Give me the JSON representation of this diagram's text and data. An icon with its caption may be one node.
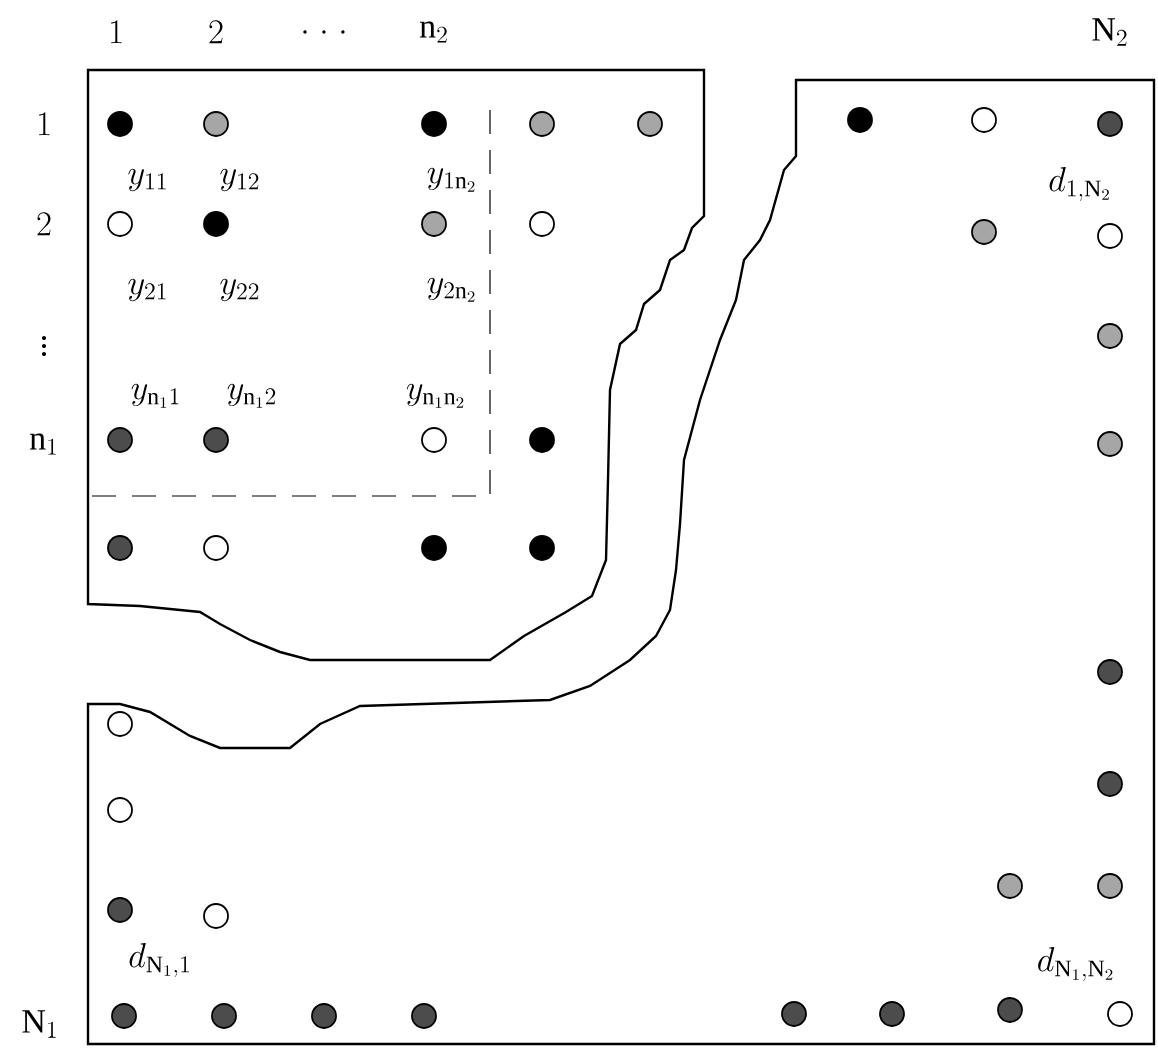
{
  "diagram": {
    "labels": [
      "1",
      "2",
      ". \\; . \\; .",
      "\\mathrm{n}_2",
      "\\mathrm{N}_2",
      "1",
      "2",
      "\\vdots",
      "\\mathrm{n}_1",
      "\\mathrm{N}_1",
      "y_{11}",
      "y_{12}",
      "y_{1\\mathrm{n}_2}",
      "y_{21}",
      "y_{22}",
      "y_{2\\mathrm{n}_2}",
      "y_{\\mathrm{n}_1 1}",
      "y_{\\mathrm{n}_1 2}",
      "y_{\\mathrm{n}_1 \\mathrm{n}_2}",
      "d_{1,\\mathrm{N}_2}",
      "d_{\\mathrm{N}_1,1}",
      "d_{\\mathrm{N}_1,\\mathrm{N}_2}"
    ]
  }
}
